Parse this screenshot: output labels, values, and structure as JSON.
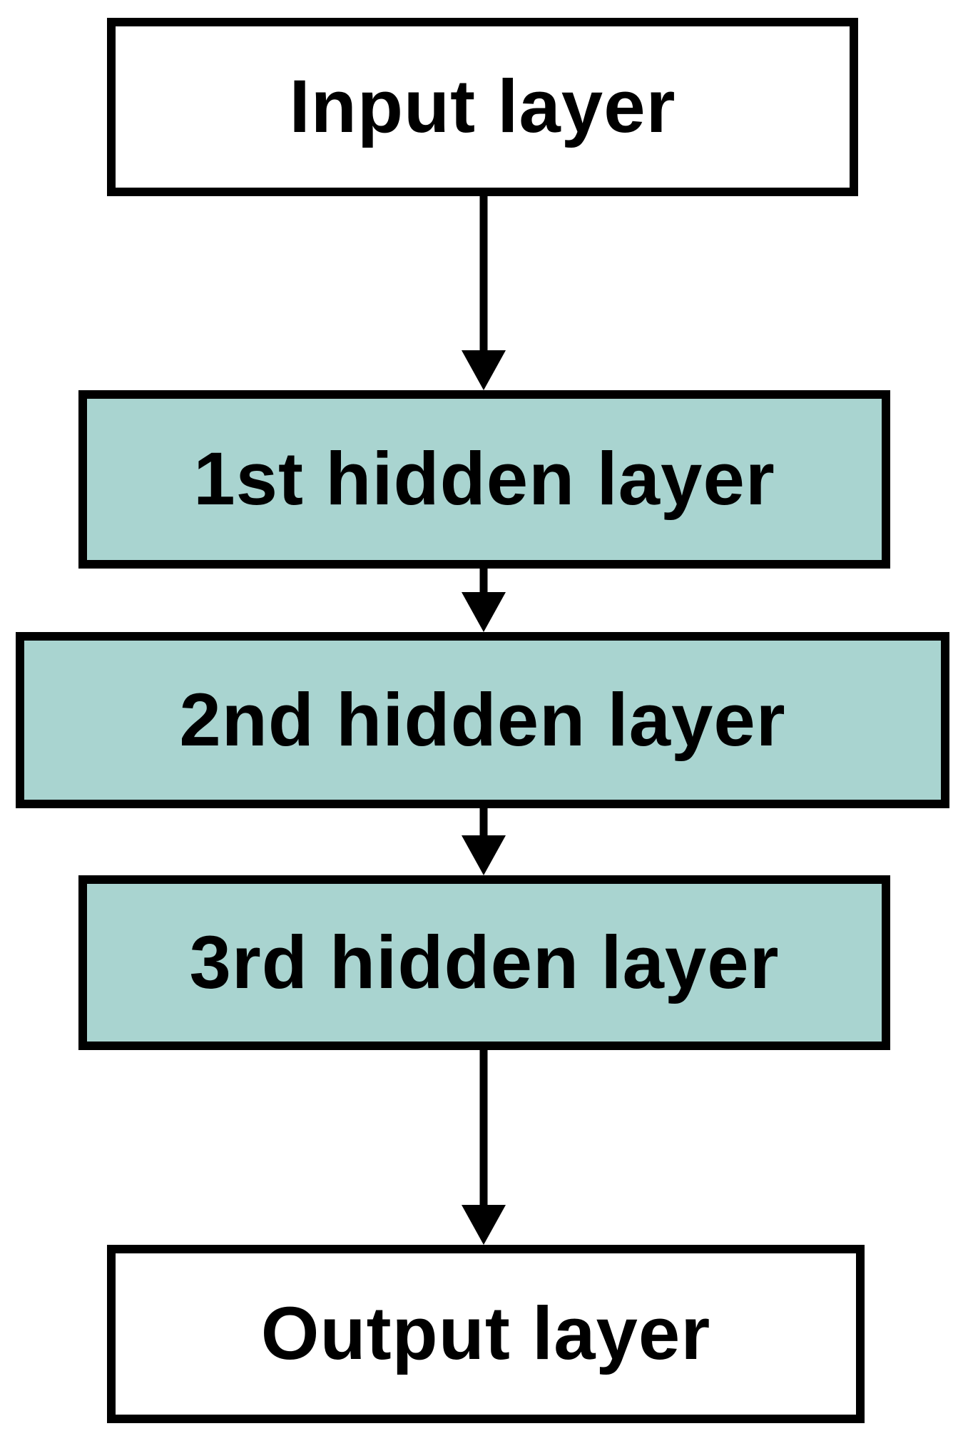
{
  "diagram": {
    "type": "flowchart",
    "direction": "top-to-bottom",
    "nodes": [
      {
        "id": "input",
        "label": "Input layer",
        "fill": "#ffffff"
      },
      {
        "id": "hidden1",
        "label": "1st hidden layer",
        "fill": "#a9d4d0"
      },
      {
        "id": "hidden2",
        "label": "2nd hidden layer",
        "fill": "#a9d4d0"
      },
      {
        "id": "hidden3",
        "label": "3rd hidden layer",
        "fill": "#a9d4d0"
      },
      {
        "id": "output",
        "label": "Output layer",
        "fill": "#ffffff"
      }
    ],
    "edges": [
      {
        "from": "input",
        "to": "hidden1"
      },
      {
        "from": "hidden1",
        "to": "hidden2"
      },
      {
        "from": "hidden2",
        "to": "hidden3"
      },
      {
        "from": "hidden3",
        "to": "output"
      }
    ],
    "colors": {
      "background": "#ffffff",
      "border": "#000000",
      "text": "#000000",
      "hidden_layer_fill": "#a9d4d0",
      "io_layer_fill": "#ffffff"
    }
  }
}
